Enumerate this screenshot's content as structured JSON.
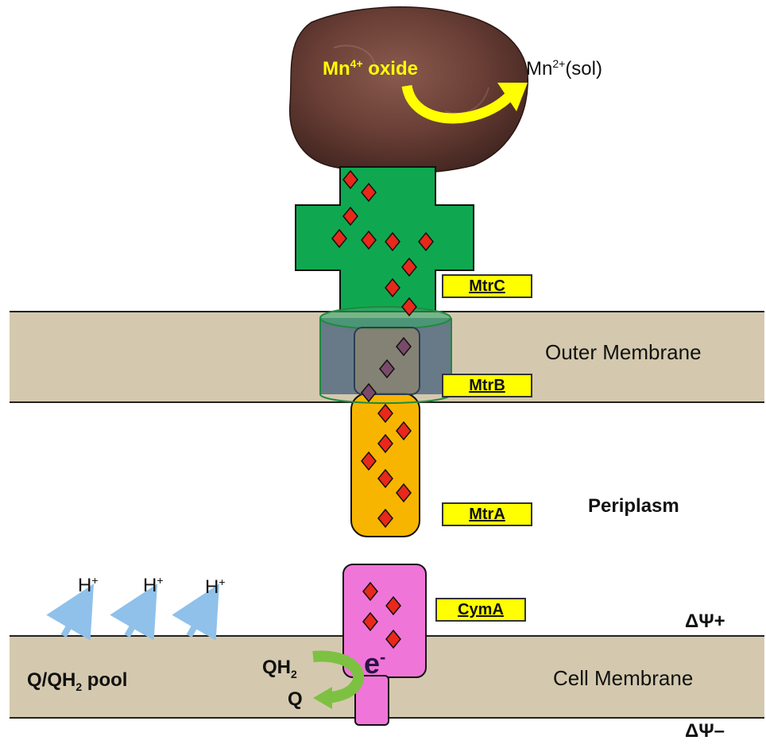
{
  "rock": {
    "label": "Mn",
    "label_sup": "4+",
    "label_tail": " oxide"
  },
  "product": {
    "label": "Mn",
    "label_sup": "2+",
    "label_tail": "(sol)"
  },
  "proteins": {
    "mtrc": "MtrC",
    "mtrb": "MtrB",
    "mtra": "MtrA",
    "cyma": "CymA"
  },
  "regions": {
    "outer_membrane": "Outer Membrane",
    "periplasm": "Periplasm",
    "cell_membrane": "Cell Membrane"
  },
  "potentials": {
    "plus": "ΔΨ+",
    "minus": "ΔΨ–"
  },
  "protons": {
    "h": "H",
    "sup": "+"
  },
  "pool": {
    "label": "Q/QH",
    "sub": "2",
    "tail": " pool"
  },
  "quinone": {
    "qh2": "QH",
    "qh2_sub": "2",
    "q": "Q"
  },
  "electron": {
    "e": "e",
    "sup": "-"
  },
  "colors": {
    "membrane": "#d4c9ae",
    "mtrc": "#0fa850",
    "mtra": "#f7b500",
    "cyma": "#f075d8",
    "heme": "#e8281a",
    "label_box": "#ffff00",
    "arrow": "#ffff00",
    "proton_arrow": "#8fc1ea",
    "quinone_arrow": "#7dc142"
  }
}
